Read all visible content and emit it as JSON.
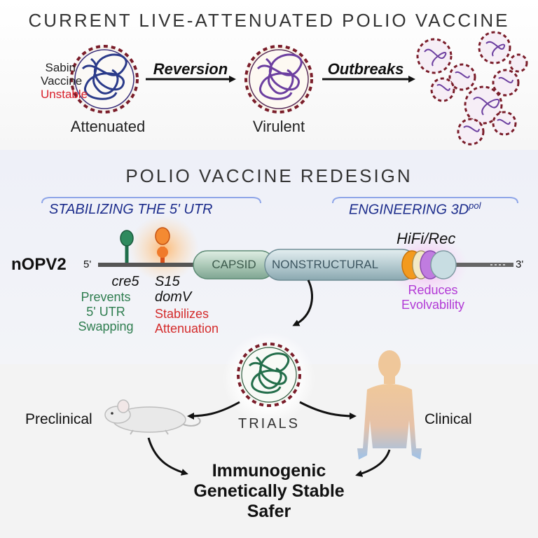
{
  "top": {
    "title": "CURRENT LIVE-ATTENUATED POLIO VACCINE",
    "sabin": "Sabin",
    "vaccine": "Vaccine",
    "unstable": "Unstable",
    "attenuated": "Attenuated",
    "reversion": "Reversion",
    "virulent": "Virulent",
    "outbreaks": "Outbreaks"
  },
  "middle": {
    "title": "POLIO VACCINE REDESIGN",
    "utr_header": "STABILIZING THE 5' UTR",
    "pol_header_main": "ENGINEERING 3D",
    "pol_header_sup": "pol",
    "nopv2": "nOPV2",
    "five_prime": "5'",
    "three_prime": "3'",
    "capsid": "CAPSID",
    "nonstructural": "NONSTRUCTURAL",
    "hifi": "HiFi/Rec",
    "cre5": "cre5",
    "s15": "S15",
    "domv": "domV",
    "prevents": [
      "Prevents",
      "5' UTR",
      "Swapping"
    ],
    "stabilizes": [
      "Stabilizes",
      "Attenuation"
    ],
    "reduces": [
      "Reduces",
      "Evolvability"
    ]
  },
  "bottom": {
    "preclinical": "Preclinical",
    "trials": "TRIALS",
    "clinical": "Clinical",
    "outcomes": [
      "Immunogenic",
      "Genetically Stable",
      "Safer"
    ]
  },
  "colors": {
    "prevents_green": "#2e7d4f",
    "stabilizes_red": "#d42b2b",
    "reduces_purple": "#b23ad6",
    "unstable_red": "#d81f2a",
    "header_blue": "#1d2d8c"
  }
}
